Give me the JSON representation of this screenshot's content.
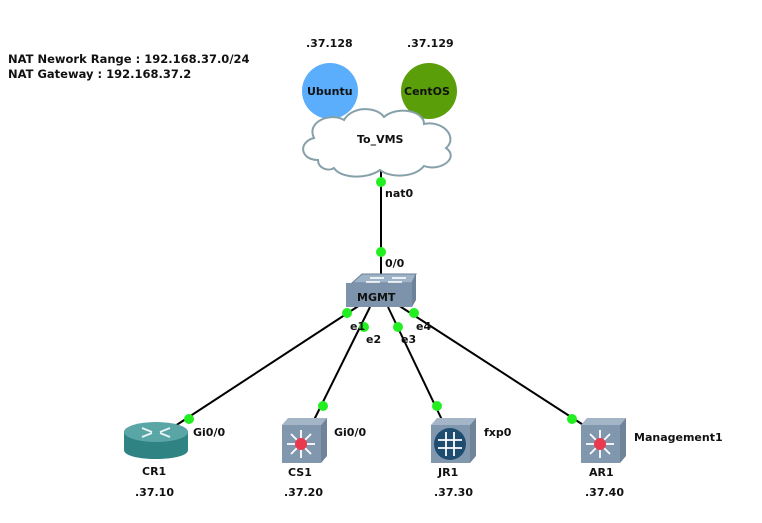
{
  "notes": {
    "nat_range": "NAT Nework Range : 192.168.37.0/24",
    "nat_gateway": "NAT Gateway : 192.168.37.2"
  },
  "vms": [
    {
      "name": "Ubuntu",
      "ip": ".37.128",
      "color": "#5aaefc"
    },
    {
      "name": "CentOS",
      "ip": ".37.129",
      "color": "#5a9e0a"
    }
  ],
  "cloud": {
    "name": "To_VMS",
    "port": "nat0"
  },
  "switch": {
    "name": "MGMT",
    "uplink_port": "0/0",
    "ports": [
      "e1",
      "e2",
      "e3",
      "e4"
    ]
  },
  "devices": [
    {
      "name": "CR1",
      "type": "router",
      "port": "Gi0/0",
      "ip": ".37.10"
    },
    {
      "name": "CS1",
      "type": "l3-switch",
      "port": "Gi0/0",
      "ip": ".37.20"
    },
    {
      "name": "JR1",
      "type": "juniper-router",
      "port": "fxp0",
      "ip": ".37.30"
    },
    {
      "name": "AR1",
      "type": "l3-switch",
      "port": "Management1",
      "ip": ".37.40"
    }
  ],
  "colors": {
    "link": "#000000",
    "link_up": "#22ee22"
  }
}
